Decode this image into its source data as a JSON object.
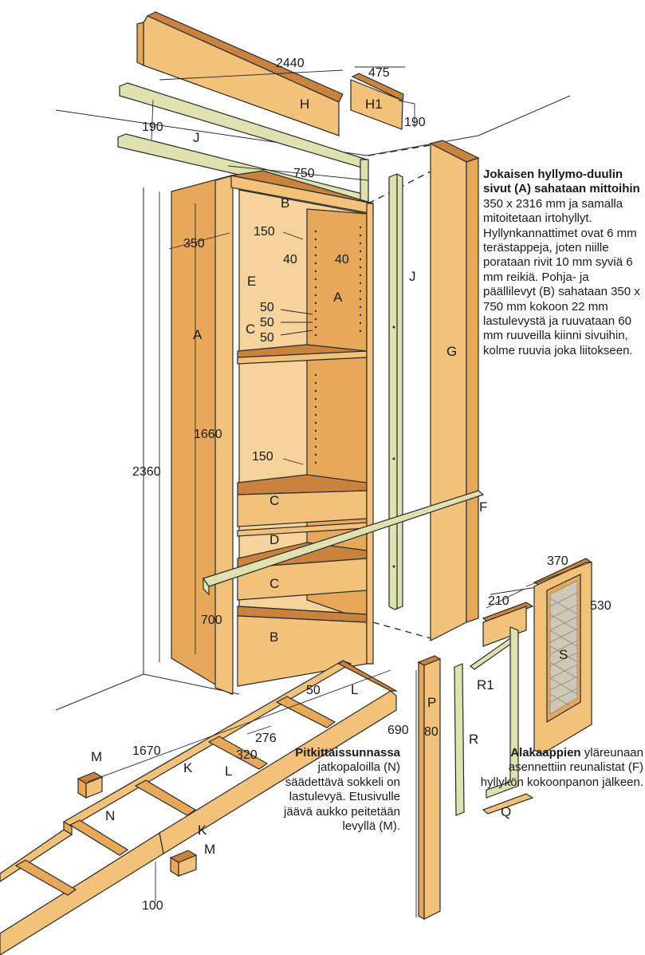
{
  "colors": {
    "wood_front": "#f3c27a",
    "wood_side": "#e8a85a",
    "wood_dark": "#c9833f",
    "rail": "#dfe2b0",
    "line": "#2a2a2a",
    "mesh": "#8f8a80"
  },
  "dimensions": {
    "d2440": "2440",
    "d475": "475",
    "d190a": "190",
    "d190b": "190",
    "d750": "750",
    "d350": "350",
    "d150a": "150",
    "d40a": "40",
    "d40b": "40",
    "d50a": "50",
    "d50b": "50",
    "d50c": "50",
    "d1660": "1660",
    "d150b": "150",
    "d2360": "2360",
    "d700": "700",
    "d370": "370",
    "d210": "210",
    "d530": "530",
    "d50d": "50",
    "d276": "276",
    "d320": "320",
    "d1670": "1670",
    "d690": "690",
    "d80": "80",
    "d100": "100"
  },
  "parts": {
    "H": "H",
    "H1": "H1",
    "J1": "J",
    "J2": "J",
    "B_top": "B",
    "B_bottom": "B",
    "E": "E",
    "A_left": "A",
    "A_inner": "A",
    "C1": "C",
    "C2": "C",
    "C3": "C",
    "D": "D",
    "G": "G",
    "F": "F",
    "L1": "L",
    "L2": "L",
    "K1": "K",
    "K2": "K",
    "M1": "M",
    "M2": "M",
    "N": "N",
    "P": "P",
    "R": "R",
    "R1": "R1",
    "S": "S",
    "Q": "Q"
  },
  "notes": {
    "main": {
      "bold": "Jokaisen hyllymo-duulin sivut (A) sahataan mittoihin",
      "text": "350 x 2316 mm ja samalla mitoitetaan irtohyllyt. Hyllynkannattimet ovat 6 mm terästappeja, joten niille porataan rivit 10 mm syviä 6 mm reikiä. Pohja- ja päällilevyt (B) sahataan 350 x 750 mm kokoon 22 mm lastulevystä ja ruuvataan 60 mm ruuveilla kiinni sivuihin, kolme ruuvia joka liitokseen."
    },
    "plinth": {
      "bold": "Pitkittäissunnassa",
      "text": "jatkopaloilla (N) säädettävä sokkeli on lastulevyä. Etusivulle jäävä aukko peitetään levyllä (M)."
    },
    "lower": {
      "bold": "Alakaappien",
      "text": "yläreunaan asennettiin reunalistat (F) hyllykön kokoonpanon jälkeen."
    }
  }
}
